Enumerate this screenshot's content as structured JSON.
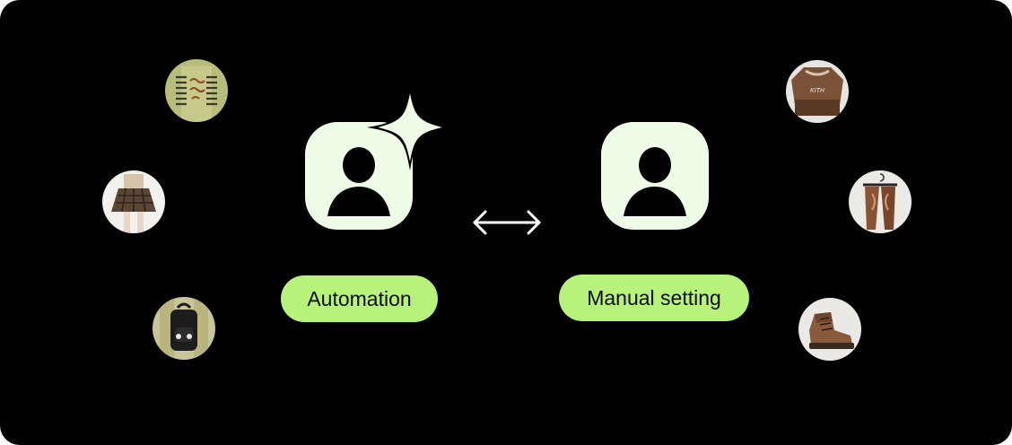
{
  "colors": {
    "background": "#000000",
    "icon_fill": "#eefbe6",
    "pill_fill": "#b7f27a",
    "pill_text": "#0b0b0b"
  },
  "left_panel": {
    "icon": "user-sparkle-icon",
    "label": "Automation",
    "thumbnails": [
      "striped-sweater-thumbnail",
      "plaid-skirt-thumbnail",
      "backpack-thumbnail"
    ]
  },
  "connector": {
    "icon": "double-arrow-icon"
  },
  "right_panel": {
    "icon": "user-icon",
    "label": "Manual setting",
    "thumbnails": [
      "crop-top-thumbnail",
      "hanging-pants-thumbnail",
      "hiking-boot-thumbnail"
    ]
  }
}
